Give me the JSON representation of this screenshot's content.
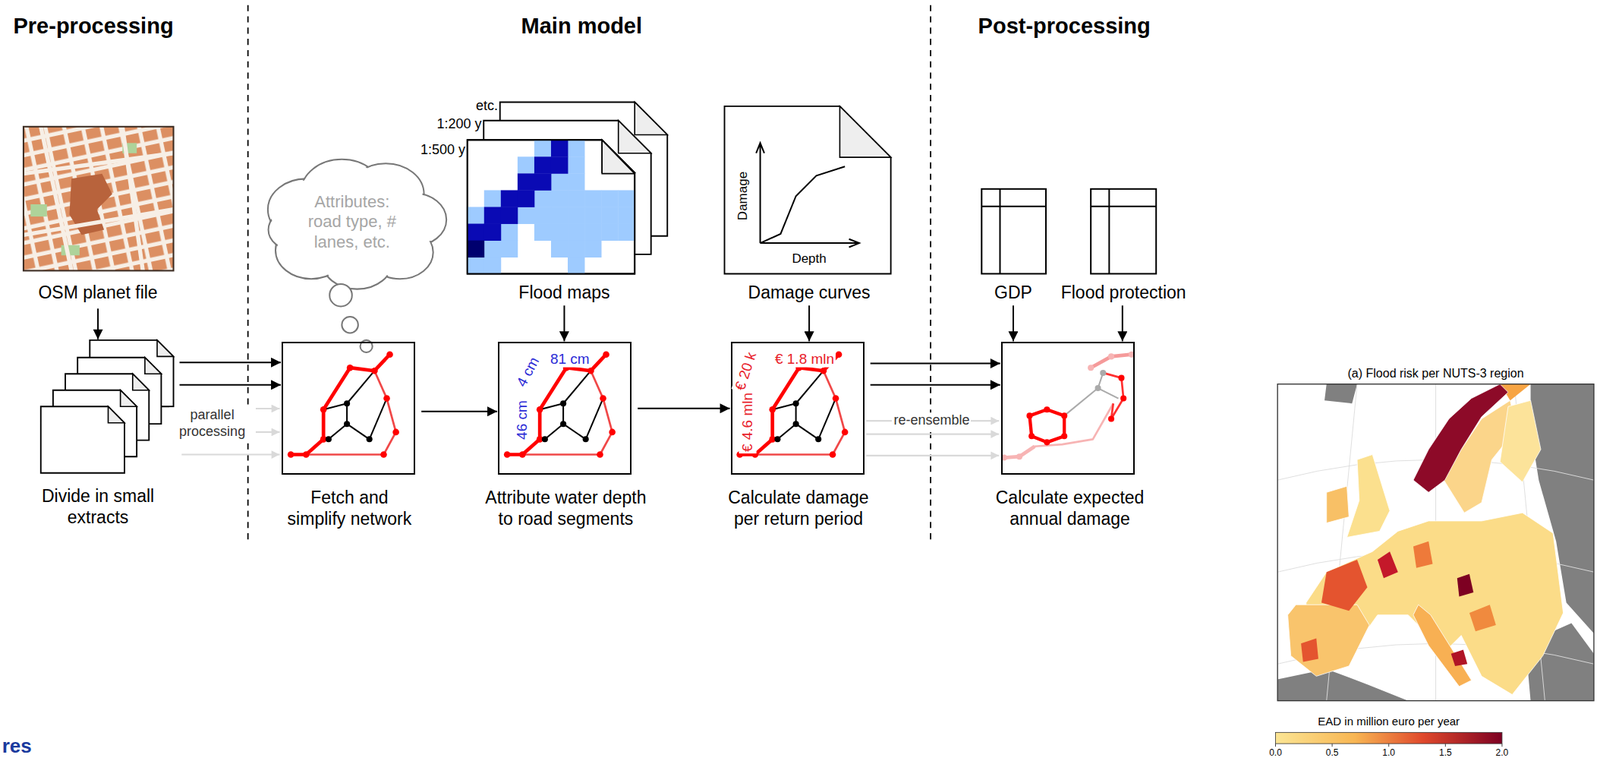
{
  "diagram": {
    "nodes": [
      {
        "text": [
          "OSM planet file"
        ]
      },
      {
        "text": [
          "Divide in small extracts"
        ]
      },
      {
        "text": [
          "Attributes: road type, # lanes, etc."
        ]
      },
      {
        "text": [
          "Fetch and simplify network"
        ]
      },
      {
        "text": [
          "Flood maps",
          "etc.",
          "1:200 y",
          "1:500 y"
        ]
      },
      {
        "text": [
          "Attribute water depth to road segments",
          "4 cm",
          "81 cm",
          "46 cm"
        ]
      },
      {
        "text": [
          "Damage curves",
          "Damage",
          "Depth"
        ]
      },
      {
        "text": [
          "Calculate damage per return period",
          "€ 20 k",
          "€ 1.8 mln",
          "€ 4.6 mln"
        ]
      },
      {
        "text": [
          "GDP"
        ]
      },
      {
        "text": [
          "Flood protection"
        ]
      },
      {
        "text": [
          "Calculate expected annual damage"
        ]
      },
      {
        "text": [
          "(a) Flood risk per NUTS-3 region"
        ]
      }
    ],
    "edges": [
      {
        "from": 0,
        "to": 1,
        "arrow": "to"
      },
      {
        "from": 1,
        "to": 3,
        "arrow": "to"
      },
      {
        "from": 1,
        "to": 3,
        "arrow": "to"
      },
      {
        "from": 3,
        "to": 5,
        "arrow": "to"
      },
      {
        "from": 4,
        "to": 5,
        "arrow": "to"
      },
      {
        "from": 5,
        "to": 7,
        "arrow": "to"
      },
      {
        "from": 6,
        "to": 7,
        "arrow": "to"
      },
      {
        "from": 7,
        "to": 10,
        "arrow": "to"
      },
      {
        "from": 7,
        "to": 10,
        "arrow": "to"
      },
      {
        "from": 8,
        "to": 10,
        "arrow": "to"
      },
      {
        "from": 9,
        "to": 10,
        "arrow": "to"
      }
    ],
    "labels": [
      "Pre-processing",
      "Main model",
      "Post-processing",
      "parallel processing",
      "re-ensemble",
      "EAD in million euro per year",
      "0.0",
      "0.5",
      "1.0",
      "1.5",
      "2.0",
      "res"
    ]
  }
}
